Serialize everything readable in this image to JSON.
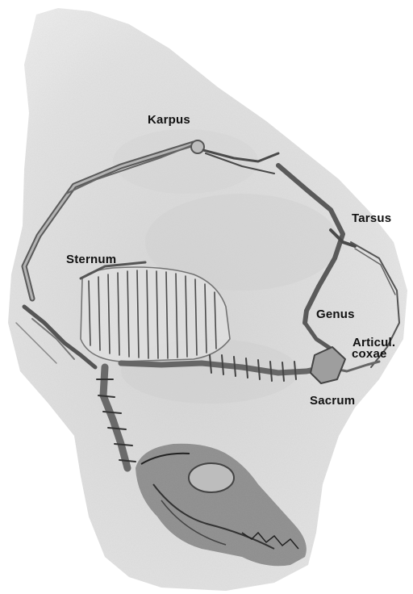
{
  "figure": {
    "background": "#ffffff",
    "slab_color": "#dcdcdc",
    "bone_color": "#4a4a4a",
    "label_color": "#111111",
    "labels": {
      "karpus": "Karpus",
      "tarsus": "Tarsus",
      "sternum": "Sternum",
      "genus": "Genus",
      "articul": "Articul.",
      "coxae": "coxae",
      "sacrum": "Sacrum"
    }
  }
}
